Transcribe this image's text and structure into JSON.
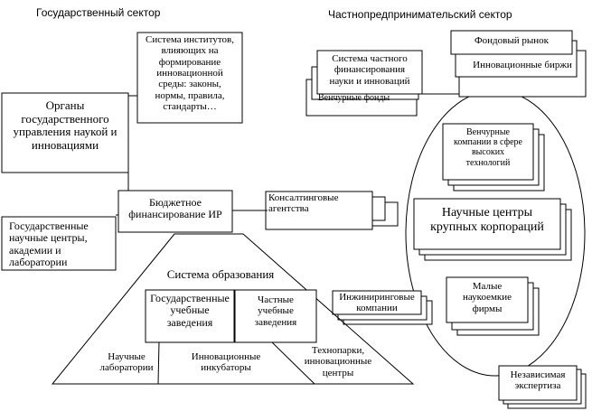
{
  "sectors": {
    "state": "Государственный сектор",
    "private": "Частнопредпринимательский сектор"
  },
  "nodes": {
    "institutions": "Система институтов,\nвлияющих на\nформирование\nинновационной\nсреды: законы,\nнормы, правила,\nстандарты…",
    "gov_bodies": "Органы\nгосударственного\nуправления наукой и\nинновациями",
    "budget": "Бюджетное\nфинансирование ИР",
    "state_centers": "Государственные\nнаучные центры,\nакадемии и\nлаборатории",
    "education_system": "Система образования",
    "state_edu": "Государственные\nучебные\nзаведения",
    "private_edu": "Частные\nучебные\nзаведения",
    "labs": "Научные\nлаборатории",
    "incubators": "Инновационные\nинкубаторы",
    "technoparks": "Технопарки,\nинновационные\nцентры",
    "private_finance": "Система частного\nфинансирования\nнауки и инноваций",
    "venture_funds": "Венчурные фонды",
    "stock_market": "Фондовый рынок",
    "innovation_exchanges": "Инновационные биржи",
    "venture_companies": "Венчурные\nкомпании в сфере\nвысоких\nтехнологий",
    "consulting": "Консалтинговые\nагентства",
    "corp_centers": "Научные центры\nкрупных корпораций",
    "engineering": "Инжиниринговые\nкомпании",
    "small_firms": "Малые\nнаукоемкие\nфирмы",
    "expertise": "Независимая\nэкспертиза"
  }
}
